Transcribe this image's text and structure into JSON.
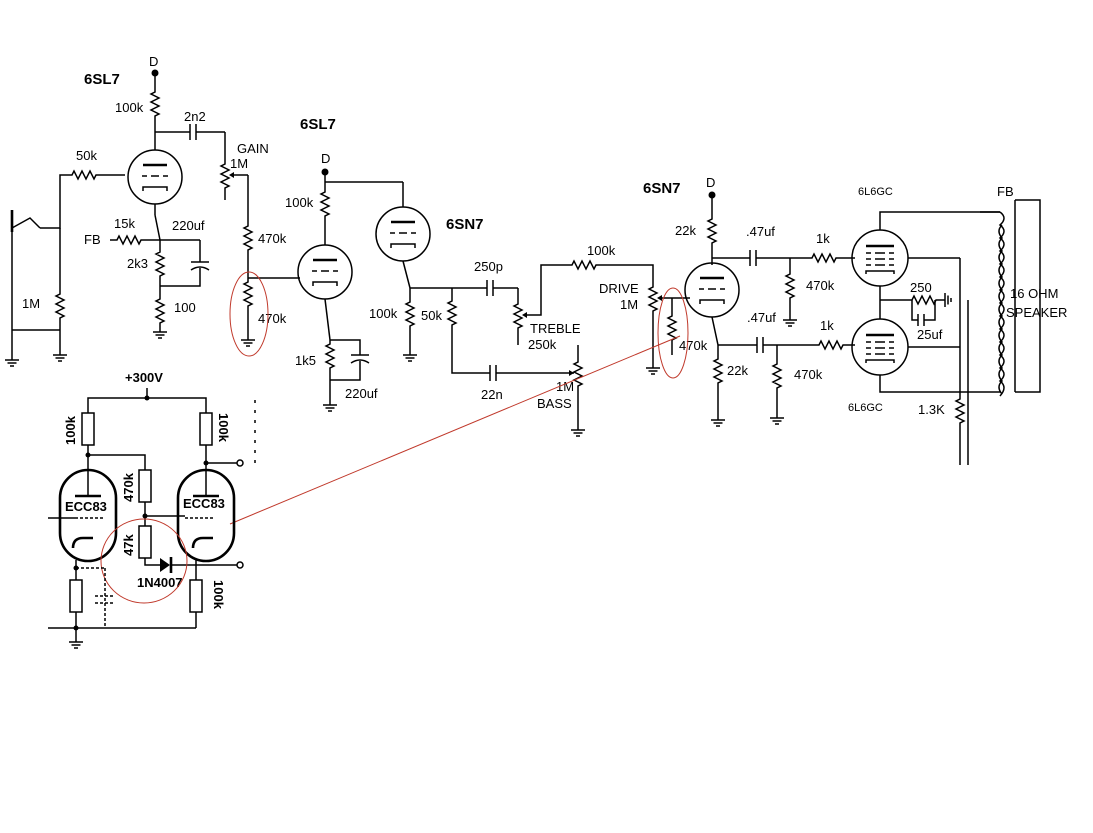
{
  "tubes": {
    "v1": "6SL7",
    "v2": "6SL7",
    "v3": "6SN7",
    "v4": "6SN7",
    "p1": "6L6GC",
    "p2": "6L6GC",
    "inset1": "ECC83",
    "inset2": "ECC83"
  },
  "supply": {
    "d1": "D",
    "d2": "D",
    "d3": "D",
    "inset": "+300V"
  },
  "components": {
    "r_100k_a": "100k",
    "c_2n2": "2n2",
    "gain_label": "GAIN",
    "gain_val": "1M",
    "r_50k_in": "50k",
    "r_15k": "15k",
    "fb_in": "FB",
    "c_220uf_a": "220uf",
    "r_2k3": "2k3",
    "r_1M_in": "1M",
    "r_100": "100",
    "r_470k_a": "470k",
    "r_470k_b": "470k",
    "r_100k_b": "100k",
    "r_1k5": "1k5",
    "c_220uf_b": "220uf",
    "r_100k_c": "100k",
    "r_50k_b": "50k",
    "c_250p": "250p",
    "treble_label": "TREBLE",
    "treble_val": "250k",
    "c_22n": "22n",
    "bass_val": "1M",
    "bass_label": "BASS",
    "r_100k_d": "100k",
    "drive_label": "DRIVE",
    "drive_val": "1M",
    "r_22k_a": "22k",
    "r_470k_c": "470k",
    "r_22k_b": "22k",
    "c_47uf_a": ".47uf",
    "c_47uf_b": ".47uf",
    "r_1k_a": "1k",
    "r_1k_b": "1k",
    "r_470k_d": "470k",
    "r_470k_e": "470k",
    "r_250": "250",
    "c_25uf": "25uf",
    "r_1_3k": "1.3K",
    "fb_out": "FB",
    "speaker_1": "16 OHM",
    "speaker_2": "SPEAKER",
    "inset_r_100k_a": "100k",
    "inset_r_100k_b": "100k",
    "inset_r_470k": "470k",
    "inset_r_47k": "47k",
    "inset_diode": "1N4007",
    "inset_r_100k_c": "100k"
  }
}
